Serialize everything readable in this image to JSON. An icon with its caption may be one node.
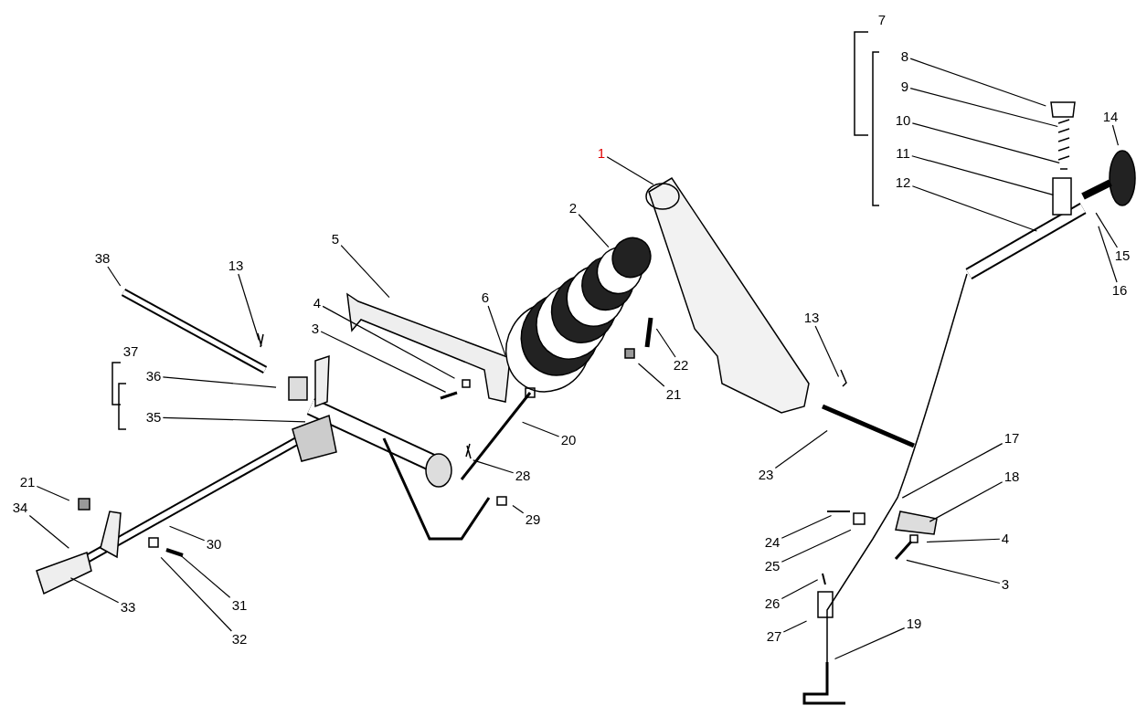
{
  "diagram": {
    "nodes": [
      {
        "text": [
          "8"
        ]
      },
      {
        "text": [
          "9"
        ]
      },
      {
        "text": [
          "10"
        ]
      },
      {
        "text": [
          "14"
        ]
      },
      {
        "text": [
          "1"
        ]
      },
      {
        "text": [
          "11"
        ]
      },
      {
        "text": [
          "12"
        ]
      },
      {
        "text": [
          "2"
        ]
      },
      {
        "text": [
          "5"
        ]
      },
      {
        "text": [
          "38"
        ]
      },
      {
        "text": [
          "13"
        ]
      },
      {
        "text": [
          "15"
        ]
      },
      {
        "text": [
          "16"
        ]
      },
      {
        "text": [
          "6"
        ]
      },
      {
        "text": [
          "4"
        ]
      },
      {
        "text": [
          "13"
        ]
      },
      {
        "text": [
          "3"
        ]
      },
      {
        "text": [
          "36"
        ]
      },
      {
        "text": [
          "22"
        ]
      },
      {
        "text": [
          "21"
        ]
      },
      {
        "text": [
          "35"
        ]
      },
      {
        "text": [
          "20"
        ]
      },
      {
        "text": [
          "17"
        ]
      },
      {
        "text": [
          "23"
        ]
      },
      {
        "text": [
          "28"
        ]
      },
      {
        "text": [
          "18"
        ]
      },
      {
        "text": [
          "21"
        ]
      },
      {
        "text": [
          "34"
        ]
      },
      {
        "text": [
          "29"
        ]
      },
      {
        "text": [
          "24"
        ]
      },
      {
        "text": [
          "30"
        ]
      },
      {
        "text": [
          "25"
        ]
      },
      {
        "text": [
          "4"
        ]
      },
      {
        "text": [
          "3"
        ]
      },
      {
        "text": [
          "26"
        ]
      },
      {
        "text": [
          "31"
        ]
      },
      {
        "text": [
          "33"
        ]
      },
      {
        "text": [
          "27"
        ]
      },
      {
        "text": [
          "19"
        ]
      },
      {
        "text": [
          "32"
        ]
      }
    ],
    "edges": [
      {
        "from": 0,
        "to": null,
        "arrow": "none"
      },
      {
        "from": 1,
        "to": null,
        "arrow": "none"
      },
      {
        "from": 2,
        "to": null,
        "arrow": "none"
      },
      {
        "from": 3,
        "to": null,
        "arrow": "none"
      },
      {
        "from": 4,
        "to": null,
        "arrow": "none"
      },
      {
        "from": 5,
        "to": null,
        "arrow": "none"
      },
      {
        "from": 6,
        "to": null,
        "arrow": "none"
      },
      {
        "from": 7,
        "to": null,
        "arrow": "none"
      },
      {
        "from": 8,
        "to": null,
        "arrow": "none"
      },
      {
        "from": 9,
        "to": null,
        "arrow": "none"
      },
      {
        "from": 10,
        "to": null,
        "arrow": "none"
      },
      {
        "from": 11,
        "to": null,
        "arrow": "none"
      },
      {
        "from": 12,
        "to": null,
        "arrow": "none"
      },
      {
        "from": 13,
        "to": null,
        "arrow": "none"
      },
      {
        "from": 14,
        "to": null,
        "arrow": "none"
      },
      {
        "from": 15,
        "to": null,
        "arrow": "none"
      },
      {
        "from": 16,
        "to": null,
        "arrow": "none"
      },
      {
        "from": 17,
        "to": null,
        "arrow": "none"
      },
      {
        "from": 18,
        "to": null,
        "arrow": "none"
      },
      {
        "from": 19,
        "to": null,
        "arrow": "none"
      },
      {
        "from": 20,
        "to": null,
        "arrow": "none"
      },
      {
        "from": 21,
        "to": null,
        "arrow": "none"
      },
      {
        "from": 22,
        "to": null,
        "arrow": "none"
      },
      {
        "from": 23,
        "to": null,
        "arrow": "none"
      },
      {
        "from": 24,
        "to": null,
        "arrow": "none"
      },
      {
        "from": 25,
        "to": null,
        "arrow": "none"
      },
      {
        "from": 26,
        "to": null,
        "arrow": "none"
      },
      {
        "from": 27,
        "to": null,
        "arrow": "none"
      },
      {
        "from": 28,
        "to": null,
        "arrow": "none"
      },
      {
        "from": 29,
        "to": null,
        "arrow": "none"
      },
      {
        "from": 30,
        "to": null,
        "arrow": "none"
      },
      {
        "from": 31,
        "to": null,
        "arrow": "none"
      },
      {
        "from": 32,
        "to": null,
        "arrow": "none"
      },
      {
        "from": 33,
        "to": null,
        "arrow": "none"
      },
      {
        "from": 34,
        "to": null,
        "arrow": "none"
      },
      {
        "from": 35,
        "to": null,
        "arrow": "none"
      },
      {
        "from": 36,
        "to": null,
        "arrow": "none"
      },
      {
        "from": 37,
        "to": null,
        "arrow": "none"
      },
      {
        "from": 38,
        "to": null,
        "arrow": "none"
      },
      {
        "from": 39,
        "to": null,
        "arrow": "none"
      }
    ],
    "labels": [
      "7",
      "37"
    ]
  }
}
